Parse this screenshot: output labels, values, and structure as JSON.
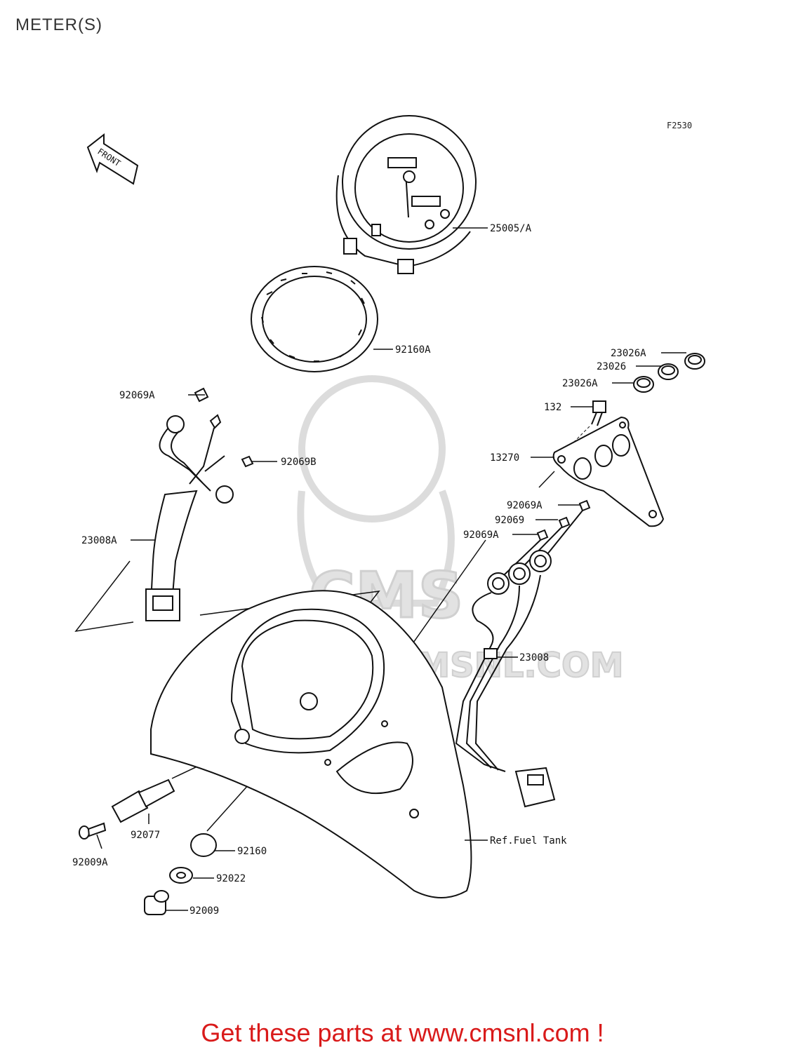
{
  "header": {
    "title": "METER(S)",
    "figure_code": "F2530"
  },
  "front_marker": "FRONT",
  "watermark": {
    "brand": "CMS",
    "url": "WWW.CMSNL.COM"
  },
  "parts": [
    {
      "id": "p1",
      "label": "25005/A"
    },
    {
      "id": "p2",
      "label": "92160A"
    },
    {
      "id": "p3",
      "label": "23026A"
    },
    {
      "id": "p4",
      "label": "23026"
    },
    {
      "id": "p5",
      "label": "23026A"
    },
    {
      "id": "p6",
      "label": "132"
    },
    {
      "id": "p7",
      "label": "13270"
    },
    {
      "id": "p8",
      "label": "92069A"
    },
    {
      "id": "p9",
      "label": "92069B"
    },
    {
      "id": "p10",
      "label": "23008A"
    },
    {
      "id": "p11",
      "label": "92069A"
    },
    {
      "id": "p12",
      "label": "92069"
    },
    {
      "id": "p13",
      "label": "92069A"
    },
    {
      "id": "p14",
      "label": "23008"
    },
    {
      "id": "p15",
      "label": "Ref.Fuel Tank"
    },
    {
      "id": "p16",
      "label": "92077"
    },
    {
      "id": "p17",
      "label": "92009A"
    },
    {
      "id": "p18",
      "label": "92160"
    },
    {
      "id": "p19",
      "label": "92022"
    },
    {
      "id": "p20",
      "label": "92009"
    }
  ],
  "footer": {
    "cta": "Get these parts at www.cmsnl.com !"
  },
  "colors": {
    "line": "#111111",
    "cta": "#d91a1a",
    "watermark": "#d9d9d9"
  }
}
